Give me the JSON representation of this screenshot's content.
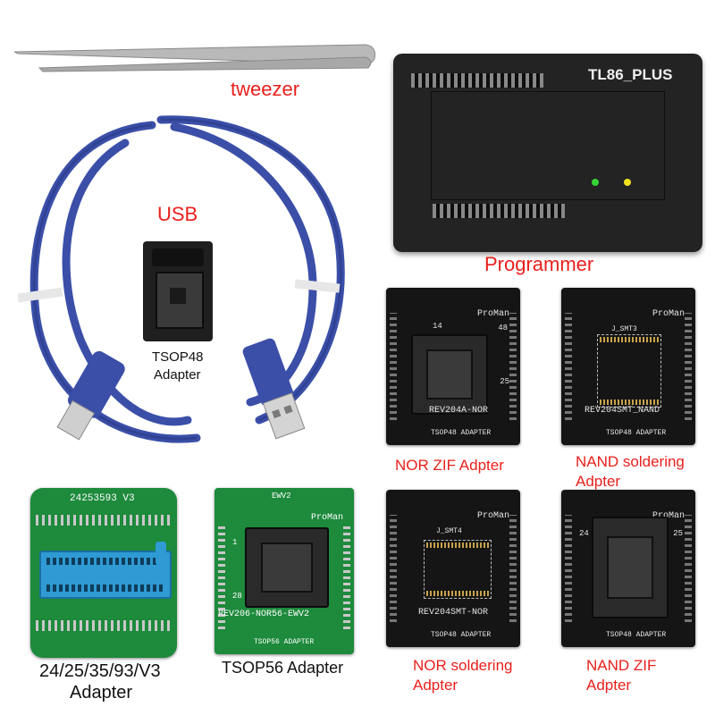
{
  "labels": {
    "tweezer": "tweezer",
    "usb": "USB",
    "programmer": "Programmer",
    "tsop48_line1": "TSOP48",
    "tsop48_line2": "Adapter",
    "nor_zif": "NOR ZIF Adpter",
    "nand_soldering_line1": "NAND soldering",
    "nand_soldering_line2": "Adpter",
    "adapter_24_line1": "24/25/35/93/V3",
    "adapter_24_line2": "Adapter",
    "tsop56": "TSOP56 Adapter",
    "nor_soldering_line1": "NOR soldering",
    "nor_soldering_line2": "Adpter",
    "nand_zif_line1": "NAND ZIF",
    "nand_zif_line2": "Adpter"
  },
  "product_markings": {
    "programmer_model": "TL86_PLUS",
    "brand": "ProMan",
    "nor_zif_board": "REV204A-NOR",
    "nor_zif_footer": "TSOP48 ADAPTER",
    "nand_smt_board": "REV204SMT_NAND",
    "nand_smt_footer": "TSOP48 ADAPTER",
    "nand_smt_chip": "J_SMT3",
    "nor_smt_board": "REV204SMT-NOR",
    "nor_smt_footer": "TSOP48 ADAPTER",
    "nor_smt_chip": "J_SMT4",
    "tsop56_board": "REV206-NOR56-EWV2",
    "tsop56_footer": "TSOP56 ADAPTER",
    "tsop56_top": "EWV2",
    "dip_board": "24253593 V3",
    "socket_pin14": "14",
    "socket_pin48": "48",
    "socket_pin25": "25",
    "socket_pin24": "24",
    "tsop56_pin1": "1",
    "tsop56_pin28": "28"
  },
  "colors": {
    "label_red": "#e8201c",
    "cable_blue": "#3b4fa8",
    "board_black": "#151515",
    "board_green": "#1d8a3c",
    "led_green": "#35d435",
    "led_yellow": "#f2e21a"
  }
}
